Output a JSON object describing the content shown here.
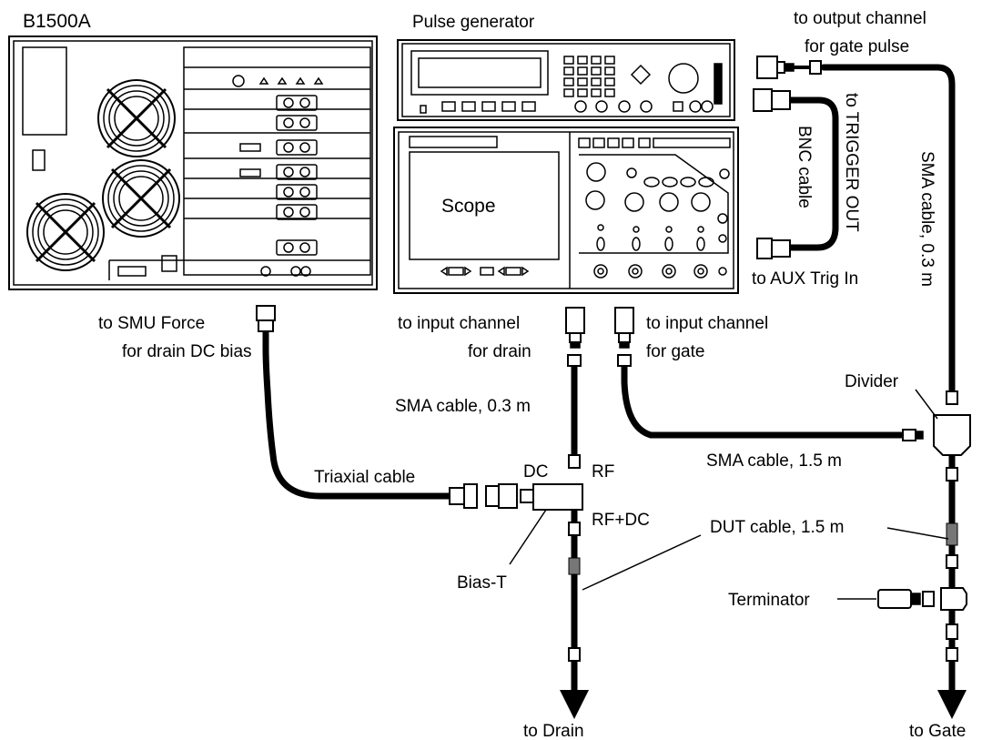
{
  "instruments": {
    "b1500a": "B1500A",
    "pulse_generator": "Pulse generator",
    "scope": "Scope"
  },
  "labels": {
    "to_output_channel_line1": "to output channel",
    "to_output_channel_line2": "for gate pulse",
    "trigger_out": "to TRIGGER OUT",
    "bnc_cable": "BNC cable",
    "aux_trig_in": "to AUX Trig In",
    "sma_cable_right": "SMA cable, 0.3 m",
    "smu_force_line1": "to SMU Force",
    "smu_force_line2": "for drain DC bias",
    "input_drain_line1": "to input channel",
    "input_drain_line2": "for drain",
    "input_gate_line1": "to input channel",
    "input_gate_line2": "for gate",
    "sma_cable_drain": "SMA cable, 0.3 m",
    "divider": "Divider",
    "sma_cable_gate": "SMA cable, 1.5 m",
    "triaxial_cable": "Triaxial cable",
    "dc": "DC",
    "rf": "RF",
    "rf_dc": "RF+DC",
    "dut_cable": "DUT cable, 1.5 m",
    "bias_t": "Bias-T",
    "terminator": "Terminator",
    "to_drain": "to Drain",
    "to_gate": "to Gate"
  },
  "icons": [
    "fan-icon",
    "arrow-down-icon",
    "sma-connector-icon",
    "bnc-connector-icon",
    "triax-connector-icon"
  ]
}
